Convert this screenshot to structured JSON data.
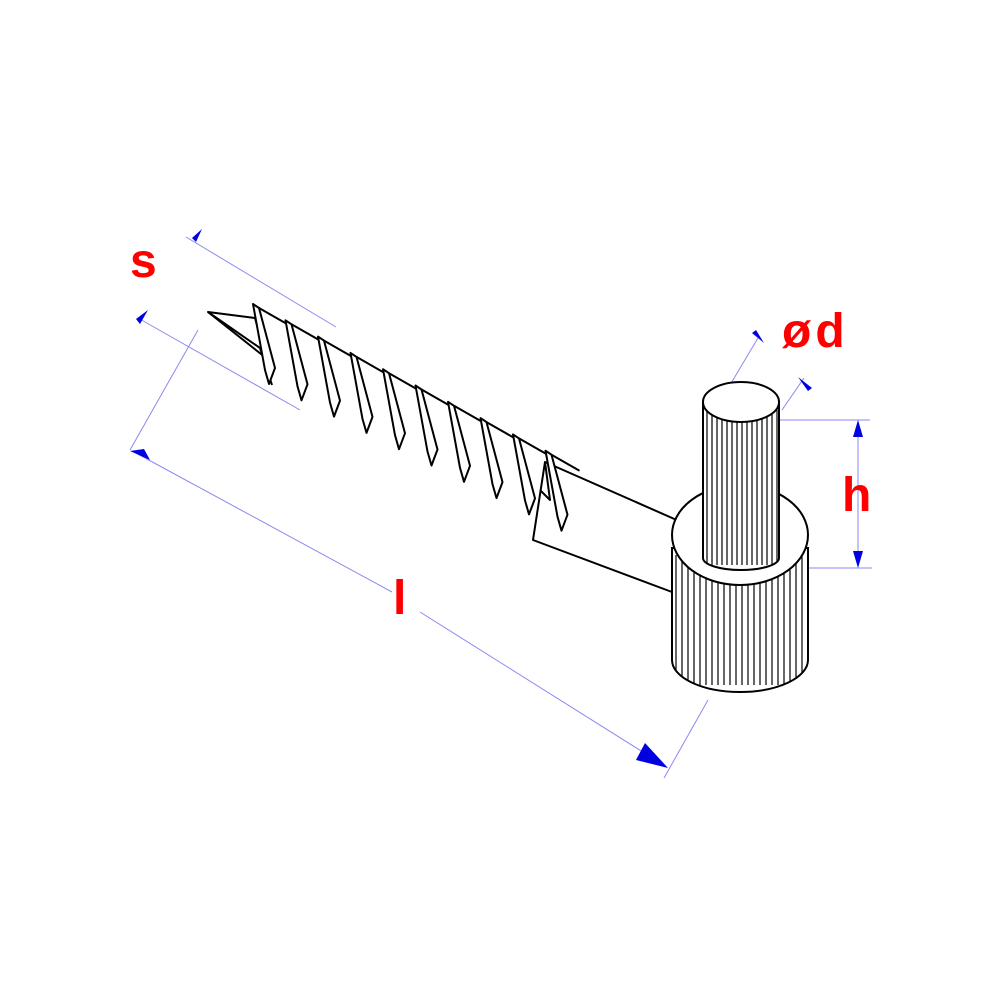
{
  "colors": {
    "label": "#ff0000",
    "dimension_line": "#8a8af0",
    "arrow": "#0000e0",
    "outline": "#000000",
    "background": "#ffffff"
  },
  "labels": {
    "s": "s",
    "d": "ød",
    "h": "h",
    "l": "l"
  }
}
